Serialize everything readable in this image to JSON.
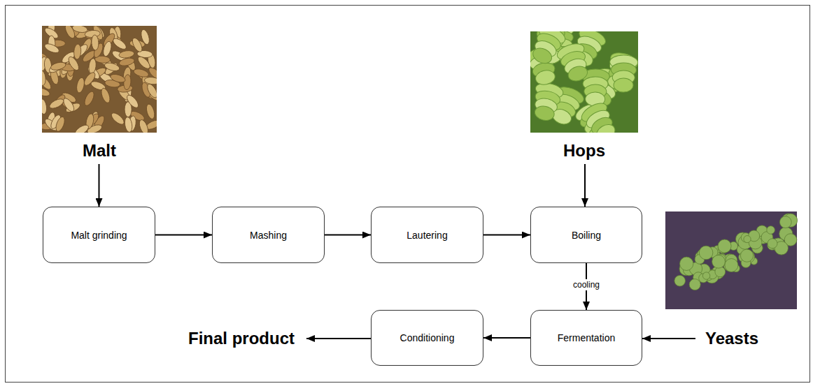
{
  "diagram": {
    "nodes": [
      {
        "text": [
          "Malt"
        ]
      },
      {
        "text": [
          "Hops"
        ]
      },
      {
        "text": [
          "Malt grinding"
        ]
      },
      {
        "text": [
          "Mashing"
        ]
      },
      {
        "text": [
          "Lautering"
        ]
      },
      {
        "text": [
          "Boiling"
        ]
      },
      {
        "text": [
          "Final product"
        ]
      },
      {
        "text": [
          "Conditioning"
        ]
      },
      {
        "text": [
          "Fermentation"
        ]
      },
      {
        "text": [
          "Yeasts"
        ]
      }
    ],
    "edges": [
      {
        "from": 0,
        "to": 2,
        "arrow": "to"
      },
      {
        "from": 2,
        "to": 3,
        "arrow": "to"
      },
      {
        "from": 3,
        "to": 4,
        "arrow": "to"
      },
      {
        "from": 4,
        "to": 5,
        "arrow": "to"
      },
      {
        "from": 1,
        "to": 5,
        "arrow": "to"
      },
      {
        "from": 5,
        "to": 8,
        "arrow": "to",
        "label": "cooling"
      },
      {
        "from": 9,
        "to": 8,
        "arrow": "to"
      },
      {
        "from": 8,
        "to": 7,
        "arrow": "to"
      },
      {
        "from": 7,
        "to": 6,
        "arrow": "to"
      }
    ]
  }
}
